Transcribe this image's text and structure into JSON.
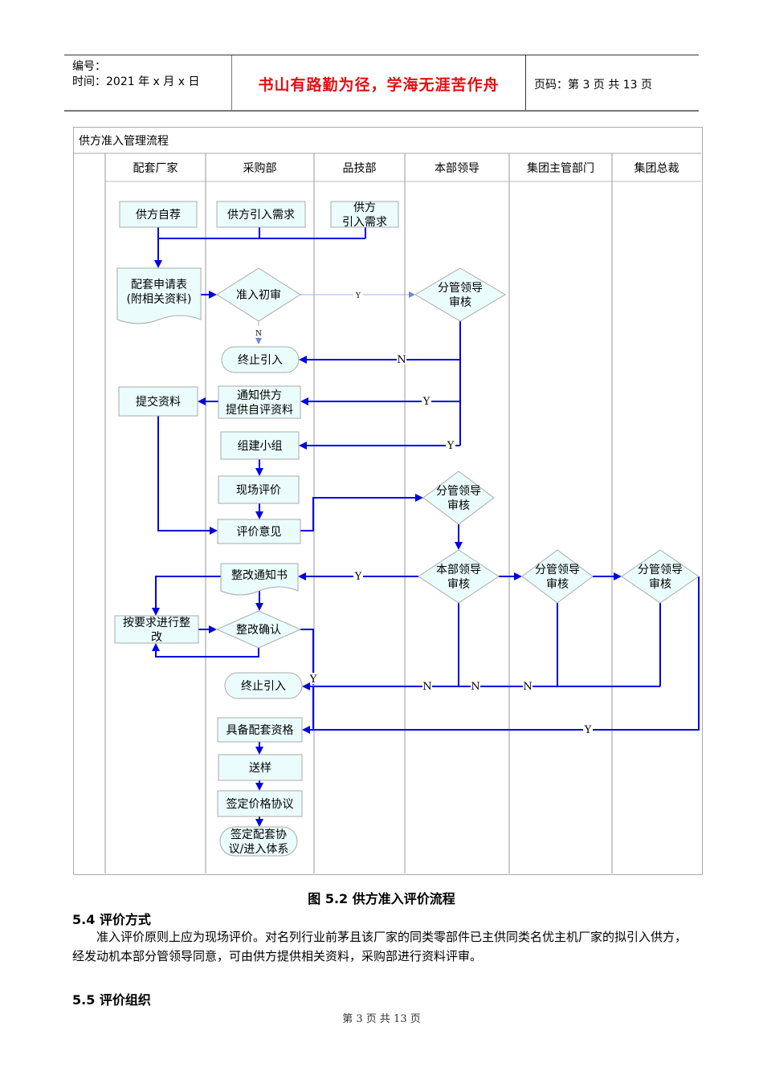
{
  "header": {
    "number_label": "编号：",
    "time_label": "时间：2021 年 x 月 x 日",
    "motto": "书山有路勤为径，学海无涯苦作舟",
    "page_label": "页码：第 3 页  共 13 页"
  },
  "flowchart": {
    "title": "供方准入管理流程",
    "lanes": [
      "配套厂家",
      "采购部",
      "品技部",
      "本部领导",
      "集团主管部门",
      "集团总裁"
    ],
    "nodes": {
      "self_recommend": "供方自荐",
      "purchase_need": "供方引入需求",
      "qa_need": [
        "供方",
        "引入需求"
      ],
      "application": [
        "配套申请表",
        "(附相关资料)"
      ],
      "initial_review": "准入初审",
      "leader_review_1": [
        "分管领导",
        "审核"
      ],
      "terminate_1": "终止引入",
      "submit_docs": "提交资料",
      "notify": [
        "通知供方",
        "提供自评资料"
      ],
      "form_team": "组建小组",
      "onsite_eval": "现场评价",
      "eval_opinion": "评价意见",
      "leader_review_2": [
        "分管领导",
        "审核"
      ],
      "dept_leader_review": [
        "本部领导",
        "审核"
      ],
      "group_dept_review": [
        "分管领导",
        "审核"
      ],
      "president_review": [
        "分管领导",
        "审核"
      ],
      "rectify_notice": "整改通知书",
      "rectify": [
        "按要求进行整",
        "改"
      ],
      "rectify_confirm": "整改确认",
      "terminate_2": "终止引入",
      "qualified": "具备配套资格",
      "sample": "送样",
      "price_agreement": "签定价格协议",
      "final": [
        "签定配套协",
        "议/进入体系"
      ]
    },
    "edge_labels": {
      "yes": "Y",
      "no": "N"
    }
  },
  "caption": "图 5.2      供方准入评价流程",
  "sections": [
    {
      "heading": "5.4  评价方式",
      "text": "准入评价原则上应为现场评价。对名列行业前茅且该厂家的同类零部件已主供同类名优主机厂家的拟引入供方，经发动机本部分管领导同意，可由供方提供相关资料，采购部进行资料评审。"
    },
    {
      "heading": "5.5  评价组织",
      "text": ""
    }
  ],
  "footer": "第  3  页  共  13  页",
  "colors": {
    "motto": "#e01010",
    "arrow": "#0000e0",
    "node_fill": "#eafcfc",
    "node_stroke": "#aaaaaa"
  }
}
